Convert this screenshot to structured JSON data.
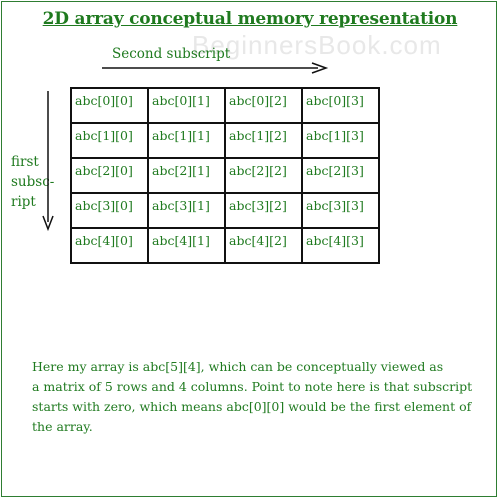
{
  "title": "2D array conceptual memory representation",
  "watermark": "BeginnersBook.com",
  "second_subscript_label": "Second subscript",
  "first_subscript_label_lines": [
    "first",
    "subsc-",
    "ript"
  ],
  "matrix": [
    [
      "abc[0][0]",
      "abc[0][1]",
      "abc[0][2]",
      "abc[0][3]"
    ],
    [
      "abc[1][0]",
      "abc[1][1]",
      "abc[1][2]",
      "abc[1][3]"
    ],
    [
      "abc[2][0]",
      "abc[2][1]",
      "abc[2][2]",
      "abc[2][3]"
    ],
    [
      "abc[3][0]",
      "abc[3][1]",
      "abc[3][2]",
      "abc[3][3]"
    ],
    [
      "abc[4][0]",
      "abc[4][1]",
      "abc[4][2]",
      "abc[4][3]"
    ]
  ],
  "note_lines": [
    "Here my array is abc[5][4], which can be conceptually viewed as",
    "a matrix of 5 rows and 4 columns. Point to note here is that subscript",
    "starts with zero, which means abc[0][0] would be the first element of",
    "the array."
  ],
  "colors": {
    "text": "#1f7a1f",
    "grid": "#111111",
    "frame": "#2e7d32",
    "watermark": "#e8e8e8"
  }
}
